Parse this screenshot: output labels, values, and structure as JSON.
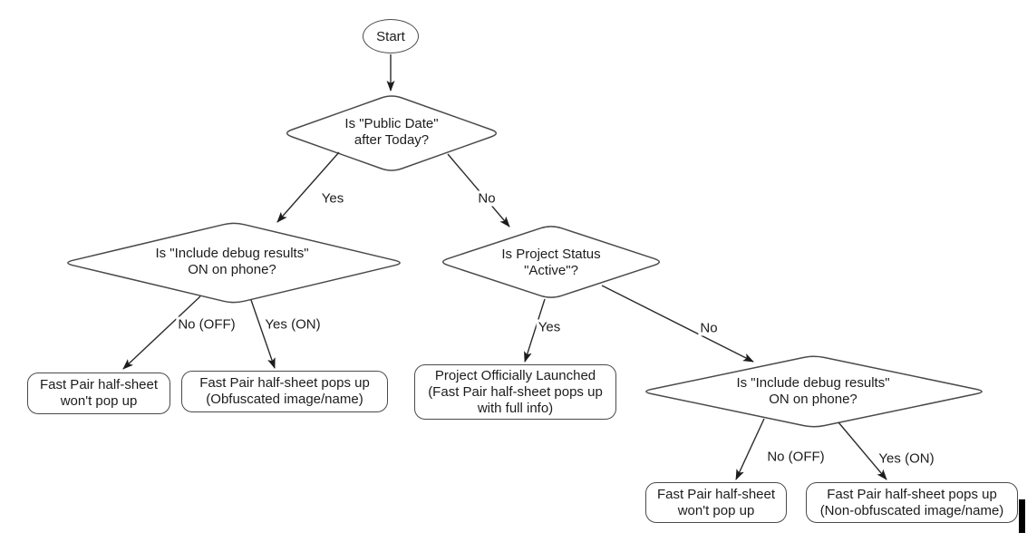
{
  "diagram": {
    "nodes": {
      "start": {
        "label": "Start"
      },
      "decision_public_date": {
        "lines": [
          "Is \"Public Date\"",
          "after Today?"
        ]
      },
      "decision_debug_left": {
        "lines": [
          "Is \"Include debug results\"",
          "ON on phone?"
        ]
      },
      "decision_project_status": {
        "lines": [
          "Is Project Status",
          "\"Active\"?"
        ]
      },
      "decision_debug_right": {
        "lines": [
          "Is \"Include debug results\"",
          "ON on phone?"
        ]
      },
      "result_no_popup_left": {
        "lines": [
          "Fast Pair half-sheet",
          "won't pop up"
        ]
      },
      "result_obfuscated": {
        "lines": [
          "Fast Pair half-sheet pops up",
          "(Obfuscated image/name)"
        ]
      },
      "result_launched": {
        "lines": [
          "Project Officially Launched",
          "(Fast Pair half-sheet pops up",
          "with full info)"
        ]
      },
      "result_no_popup_right": {
        "lines": [
          "Fast Pair half-sheet",
          "won't pop up"
        ]
      },
      "result_non_obfuscated": {
        "lines": [
          "Fast Pair half-sheet pops up",
          "(Non-obfuscated image/name)"
        ]
      }
    },
    "edge_labels": {
      "yes": "Yes",
      "no": "No",
      "no_off": "No (OFF)",
      "yes_on": "Yes (ON)"
    },
    "colors": {
      "line": "#2b2b2b",
      "shape_outline": "#4a4a4a",
      "text": "#1c1c1c",
      "background": "#ffffff",
      "cursor": "#000000"
    }
  }
}
